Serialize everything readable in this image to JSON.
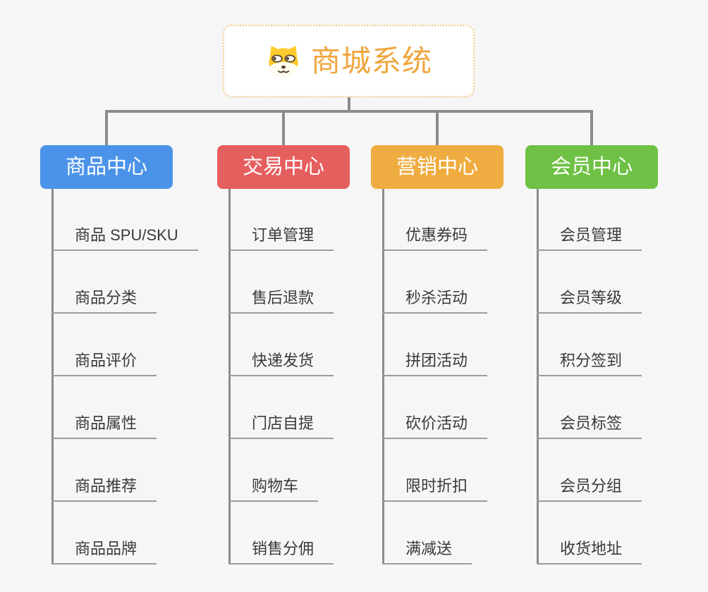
{
  "canvas": {
    "background": "#f6f6f6",
    "connector_color": "#8b8b8b",
    "underline_color": "#9c9c9c",
    "item_text_color": "#3a3a3a"
  },
  "root": {
    "title": "商城系统",
    "text_color": "#f0a63e",
    "border_color": "#f5c884",
    "background": "#ffffff",
    "icon": "shiba-dog-icon"
  },
  "branches": [
    {
      "label": "商品中心",
      "color": "#4b93e8",
      "items": [
        "商品 SPU/SKU",
        "商品分类",
        "商品评价",
        "商品属性",
        "商品推荐",
        "商品品牌"
      ]
    },
    {
      "label": "交易中心",
      "color": "#e65f5f",
      "items": [
        "订单管理",
        "售后退款",
        "快递发货",
        "门店自提",
        "购物车",
        "销售分佣"
      ]
    },
    {
      "label": "营销中心",
      "color": "#efac40",
      "items": [
        "优惠券码",
        "秒杀活动",
        "拼团活动",
        "砍价活动",
        "限时折扣",
        "满减送"
      ]
    },
    {
      "label": "会员中心",
      "color": "#6ec144",
      "items": [
        "会员管理",
        "会员等级",
        "积分签到",
        "会员标签",
        "会员分组",
        "收货地址"
      ]
    }
  ]
}
